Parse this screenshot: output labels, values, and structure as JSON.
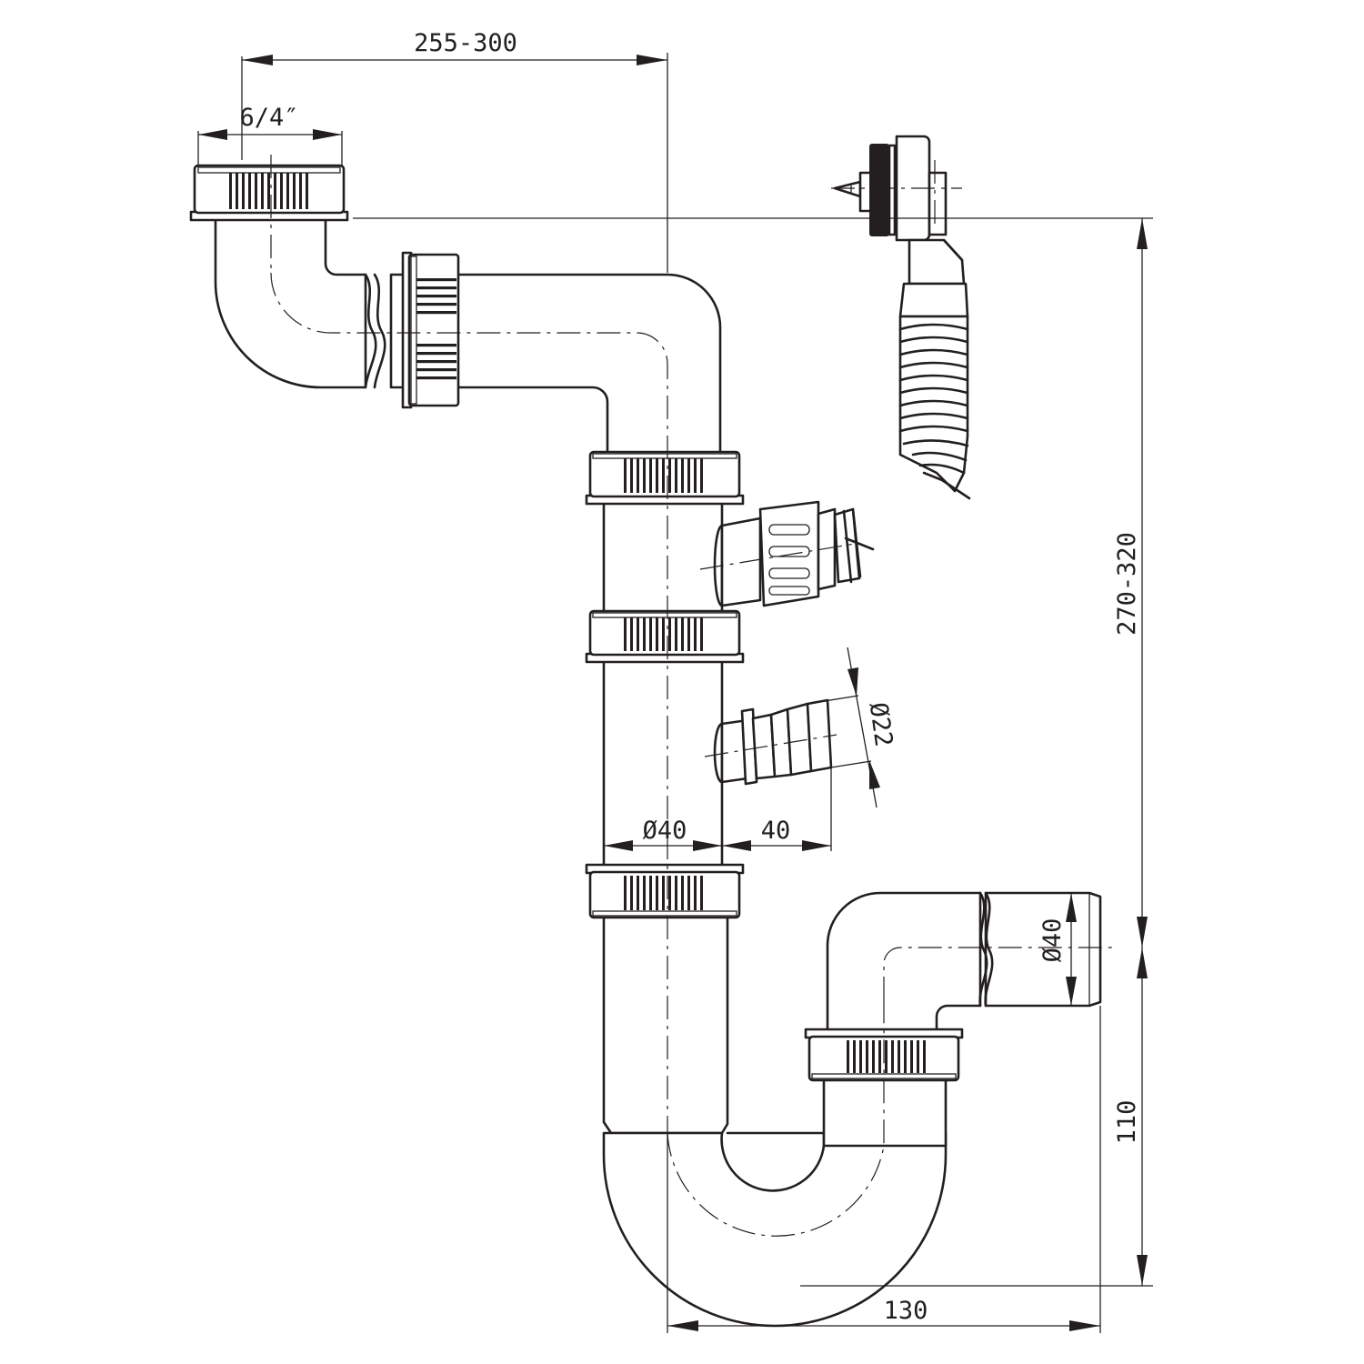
{
  "drawing": {
    "dimensions": {
      "inlet_to_center": "255-300",
      "inlet_thread": "6/4″",
      "total_height": "270-320",
      "outlet_height": "110",
      "outlet_offset": "130",
      "pipe_diameter": "Ø40",
      "side_nozzle_offset": "40",
      "nozzle_diameter": "Ø22",
      "outlet_diameter": "Ø40"
    }
  }
}
